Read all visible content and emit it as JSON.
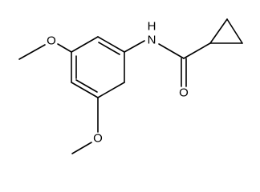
{
  "structure": {
    "atoms": {
      "o_top": "O",
      "o_bottom": "O",
      "n_amide": "N",
      "h_amide": "H",
      "o_carbonyl": "O"
    },
    "colors": {
      "bond": "#000000",
      "label": "#000000",
      "background": "#ffffff"
    }
  }
}
